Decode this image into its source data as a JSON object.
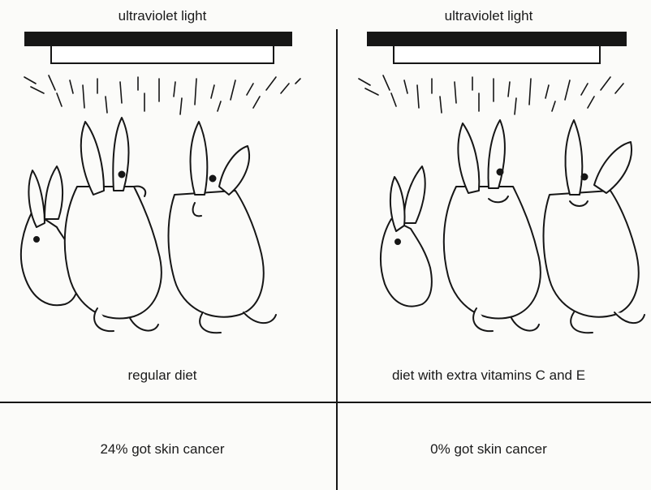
{
  "left": {
    "light_label": "ultraviolet light",
    "diet_label": "regular diet",
    "result": "24% got skin cancer"
  },
  "right": {
    "light_label": "ultraviolet light",
    "diet_label": "diet with extra vitamins C and E",
    "result": "0% got skin cancer"
  },
  "colors": {
    "ink": "#161616",
    "paper": "#fbfbf9"
  },
  "icons": [
    "uv-lamp-icon",
    "light-rays-icon",
    "rabbit-icon"
  ]
}
